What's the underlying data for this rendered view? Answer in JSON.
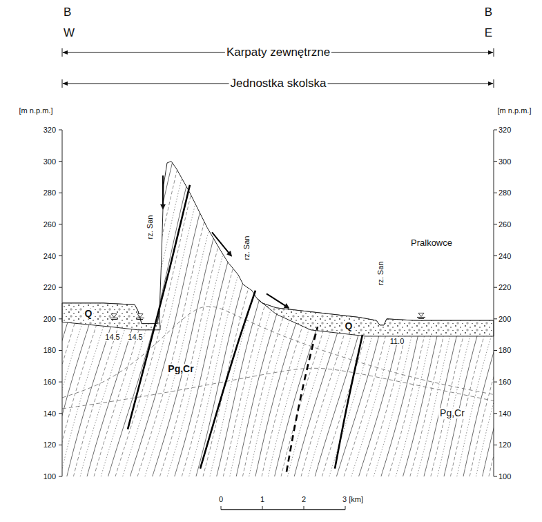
{
  "diagram": {
    "labels": [
      "B",
      "W",
      "B",
      "E",
      "Karpaty zewnętrzne",
      "Jednostka skolska",
      "[m n.p.m.]",
      "[m n.p.m.]",
      "320",
      "300",
      "280",
      "260",
      "240",
      "220",
      "200",
      "180",
      "160",
      "140",
      "120",
      "100",
      "320",
      "300",
      "280",
      "260",
      "240",
      "220",
      "200",
      "180",
      "160",
      "140",
      "120",
      "100",
      "rz. San",
      "rz. San",
      "rz. San",
      "Pralkowce",
      "Q",
      "Q",
      "Pg,Cr",
      "Pg,Cr",
      "14.5",
      "14.5",
      "11.0",
      "0",
      "1",
      "2",
      "3 [km]"
    ]
  }
}
